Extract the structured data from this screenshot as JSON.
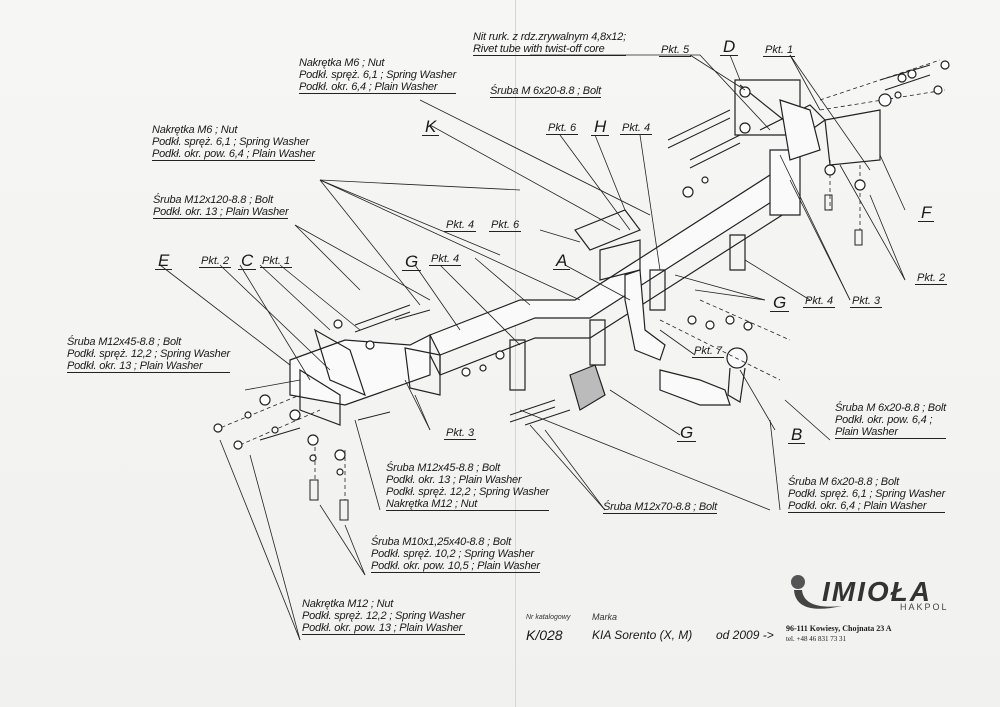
{
  "document": {
    "type": "towbar installation exploded diagram",
    "brand": {
      "logo": "IMIOŁA",
      "sub": "HAKPOL",
      "address": "96-111 Kowiesy, Chojnata 23 A",
      "phone": "tel. +48 46 831 73 31"
    },
    "catalog": {
      "catalog_no_label": "Nr katalogowy",
      "catalog_no": "K/028",
      "make_label": "Marka",
      "make": "KIA Sorento (X, M)",
      "years": "od 2009 ->"
    }
  },
  "letters": {
    "A": "A",
    "B": "B",
    "C": "C",
    "D": "D",
    "E": "E",
    "F": "F",
    "G": "G",
    "H": "H",
    "K": "K"
  },
  "points": {
    "p1": "Pkt. 1",
    "p2": "Pkt. 2",
    "p3": "Pkt. 3",
    "p4": "Pkt. 4",
    "p5": "Pkt. 5",
    "p6": "Pkt. 6",
    "p7": "Pkt. 7"
  },
  "callouts": {
    "rivet": [
      "Nit rurk. z rdz.zrywalnym 4,8x12;",
      "Rivet tube with twist-off core"
    ],
    "nut_m6_top": [
      "Nakrętka  M6 ; Nut",
      "Podkł. spręż. 6,1 ; Spring Washer",
      "Podkł. okr. 6,4 ; Plain Washer"
    ],
    "bolt_m6_top": [
      "Śruba M 6x20-8.8 ;  Bolt"
    ],
    "nut_m6_left": [
      "Nakrętka  M6 ; Nut",
      "Podkł. spręż. 6,1 ; Spring Washer",
      "Podkł. okr. pow. 6,4 ; Plain Washer"
    ],
    "bolt_m12x120": [
      "Śruba M12x120-8.8 ;  Bolt",
      "Podkł. okr. 13 ; Plain Washer"
    ],
    "bolt_m12x45_left": [
      "Śruba M12x45-8.8 ;  Bolt",
      "Podkł. spręż. 12,2 ; Spring Washer",
      "Podkł. okr. 13 ; Plain Washer"
    ],
    "bolt_m12x45_center": [
      "Śruba M12x45-8.8 ;  Bolt",
      "Podkł. okr. 13 ; Plain Washer",
      "Podkł. spręż. 12,2 ; Spring Washer",
      "Nakrętka  M12 ; Nut"
    ],
    "bolt_m12x70": [
      "Śruba M12x70-8.8 ;  Bolt"
    ],
    "bolt_m10": [
      "Śruba M10x1,25x40-8.8 ;  Bolt",
      "Podkł. spręż. 10,2 ; Spring Washer",
      "Podkł. okr. pow. 10,5 ; Plain Washer"
    ],
    "nut_m12_bottom": [
      "Nakrętka  M12 ; Nut",
      "Podkł. spręż. 12,2 ; Spring Washer",
      "Podkł. okr. pow. 13 ; Plain Washer"
    ],
    "bolt_m6_right1": [
      "Śruba M 6x20-8.8 ;  Bolt",
      "Podkł. okr. pow. 6,4 ;",
      "Plain Washer"
    ],
    "bolt_m6_right2": [
      "Śruba M 6x20-8.8 ;  Bolt",
      "Podkł. spręż. 6,1 ; Spring Washer",
      "Podkł. okr. 6,4 ; Plain Washer"
    ]
  }
}
